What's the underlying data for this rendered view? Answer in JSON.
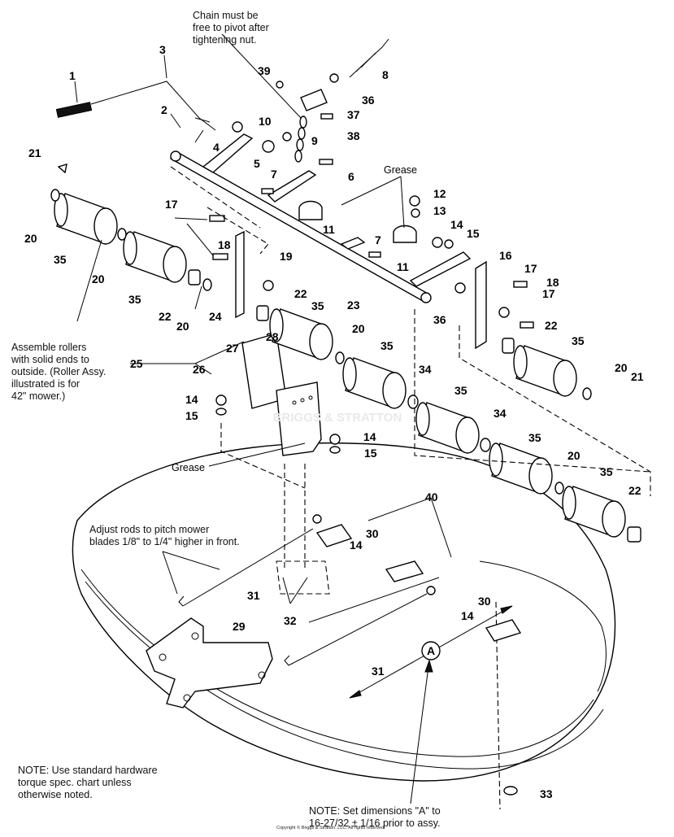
{
  "notes": {
    "chain": "Chain must be\nfree to pivot after\ntightening nut.",
    "rollers": "Assemble rollers\nwith solid ends to\noutside. (Roller Assy.\nillustrated is for\n42\" mower.)",
    "adjust": "Adjust rods to pitch mower\nblades 1/8\" to 1/4\" higher in front.",
    "hardware": "NOTE: Use standard hardware\ntorque spec. chart unless\notherwise noted.",
    "dimension": "NOTE: Set dimensions \"A\" to\n16-27/32 ± 1/16 prior to assy."
  },
  "labels": {
    "grease": "Grease",
    "dimension_a": "A"
  },
  "copyright": "Copyright © Briggs & Stratton, LLC. All rights reserved.",
  "watermark": "BRIGGS & STRATTON",
  "callouts": [
    {
      "id": "c1",
      "text": "1"
    },
    {
      "id": "c3",
      "text": "3"
    },
    {
      "id": "c2",
      "text": "2"
    },
    {
      "id": "c21a",
      "text": "21"
    },
    {
      "id": "c4",
      "text": "4"
    },
    {
      "id": "c10",
      "text": "10"
    },
    {
      "id": "c9",
      "text": "9"
    },
    {
      "id": "c5",
      "text": "5"
    },
    {
      "id": "c39",
      "text": "39"
    },
    {
      "id": "c8",
      "text": "8"
    },
    {
      "id": "c36a",
      "text": "36"
    },
    {
      "id": "c37",
      "text": "37"
    },
    {
      "id": "c38",
      "text": "38"
    },
    {
      "id": "c6",
      "text": "6"
    },
    {
      "id": "c7a",
      "text": "7"
    },
    {
      "id": "c12",
      "text": "12"
    },
    {
      "id": "c13",
      "text": "13"
    },
    {
      "id": "c14a",
      "text": "14"
    },
    {
      "id": "c15a",
      "text": "15"
    },
    {
      "id": "c11a",
      "text": "11"
    },
    {
      "id": "c7b",
      "text": "7"
    },
    {
      "id": "c11b",
      "text": "11"
    },
    {
      "id": "c16",
      "text": "16"
    },
    {
      "id": "c17a",
      "text": "17"
    },
    {
      "id": "c17b",
      "text": "17"
    },
    {
      "id": "c18a",
      "text": "18"
    },
    {
      "id": "c17c",
      "text": "17"
    },
    {
      "id": "c18b",
      "text": "18"
    },
    {
      "id": "c19",
      "text": "19"
    },
    {
      "id": "c20a",
      "text": "20"
    },
    {
      "id": "c35a",
      "text": "35"
    },
    {
      "id": "c20b",
      "text": "20"
    },
    {
      "id": "c35b",
      "text": "35"
    },
    {
      "id": "c22a",
      "text": "22"
    },
    {
      "id": "c20c",
      "text": "20"
    },
    {
      "id": "c24",
      "text": "24"
    },
    {
      "id": "c22b",
      "text": "22"
    },
    {
      "id": "c23",
      "text": "23"
    },
    {
      "id": "c36b",
      "text": "36"
    },
    {
      "id": "c22c",
      "text": "22"
    },
    {
      "id": "c35c",
      "text": "35"
    },
    {
      "id": "c35d",
      "text": "35"
    },
    {
      "id": "c20d",
      "text": "20"
    },
    {
      "id": "c28",
      "text": "28"
    },
    {
      "id": "c27",
      "text": "27"
    },
    {
      "id": "c25",
      "text": "25"
    },
    {
      "id": "c26",
      "text": "26"
    },
    {
      "id": "c35e",
      "text": "35"
    },
    {
      "id": "c34a",
      "text": "34"
    },
    {
      "id": "c20e",
      "text": "20"
    },
    {
      "id": "c21b",
      "text": "21"
    },
    {
      "id": "c14b",
      "text": "14"
    },
    {
      "id": "c15b",
      "text": "15"
    },
    {
      "id": "c35f",
      "text": "35"
    },
    {
      "id": "c14c",
      "text": "14"
    },
    {
      "id": "c15c",
      "text": "15"
    },
    {
      "id": "c34b",
      "text": "34"
    },
    {
      "id": "c35g",
      "text": "35"
    },
    {
      "id": "c20f",
      "text": "20"
    },
    {
      "id": "c35h",
      "text": "35"
    },
    {
      "id": "c22d",
      "text": "22"
    },
    {
      "id": "c40",
      "text": "40"
    },
    {
      "id": "c30a",
      "text": "30"
    },
    {
      "id": "c14d",
      "text": "14"
    },
    {
      "id": "c31a",
      "text": "31"
    },
    {
      "id": "c32",
      "text": "32"
    },
    {
      "id": "c29",
      "text": "29"
    },
    {
      "id": "c30b",
      "text": "30"
    },
    {
      "id": "c14e",
      "text": "14"
    },
    {
      "id": "c31b",
      "text": "31"
    },
    {
      "id": "c33",
      "text": "33"
    }
  ]
}
